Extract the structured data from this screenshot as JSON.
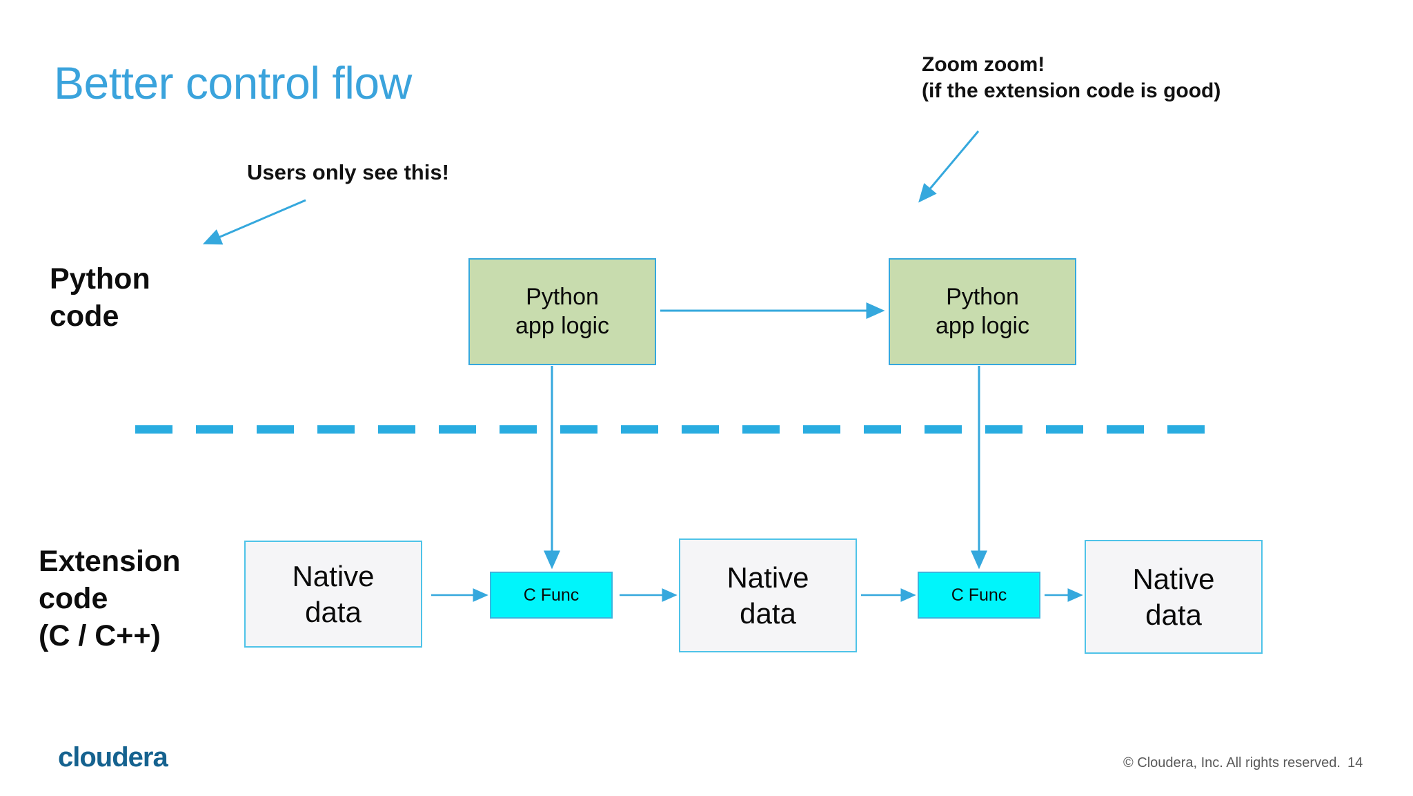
{
  "slide": {
    "title": "Better control flow",
    "page_number": "14",
    "background_color": "#ffffff",
    "accent_color": "#3aa3dc"
  },
  "callouts": [
    {
      "name": "users-only-see-this",
      "lines": [
        "Users only see this!"
      ],
      "text": "Users only see this!"
    },
    {
      "name": "zoom-zoom",
      "line1": "Zoom zoom!",
      "line2": "(if the extension code is good)"
    }
  ],
  "row_labels": {
    "python": {
      "line1": "Python",
      "line2": "code"
    },
    "extension": {
      "line1": "Extension",
      "line2": "code",
      "line3": "(C / C++)"
    }
  },
  "diagram": {
    "python_boxes": [
      {
        "line1": "Python",
        "line2": "app logic"
      },
      {
        "line1": "Python",
        "line2": "app logic"
      }
    ],
    "native_boxes": [
      {
        "line1": "Native",
        "line2": "data"
      },
      {
        "line1": "Native",
        "line2": "data"
      },
      {
        "line1": "Native",
        "line2": "data"
      }
    ],
    "cfunc_boxes": [
      {
        "label": "C Func"
      },
      {
        "label": "C Func"
      }
    ],
    "colors": {
      "python_fill": "#c8dcae",
      "python_border": "#35a8dd",
      "native_fill": "#f5f5f7",
      "native_border": "#4ec3e8",
      "cfunc_fill": "#00f5fb",
      "cfunc_border": "#38b6de",
      "arrow": "#35a8dd",
      "divider": "#29ace0"
    }
  },
  "footer": {
    "copyright": "© Cloudera, Inc. All rights reserved.",
    "logo_text": "cloudera",
    "page": "14"
  }
}
